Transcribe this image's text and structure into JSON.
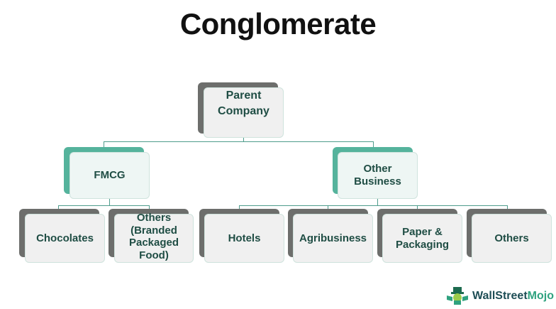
{
  "title": "Conglomerate",
  "nodes": {
    "parent": "Parent Company",
    "fmcg": "FMCG",
    "other_business": "Other Business",
    "chocolates": "Chocolates",
    "others_branded": "Others (Branded Packaged Food)",
    "hotels": "Hotels",
    "agribusiness": "Agribusiness",
    "paper": "Paper & Packaging",
    "others": "Others"
  },
  "logo": {
    "part1": "WallStreet",
    "part2": "Mojo"
  },
  "colors": {
    "teal": "#55b39c",
    "gray": "#6d6e6c",
    "text": "#1f4d44"
  }
}
